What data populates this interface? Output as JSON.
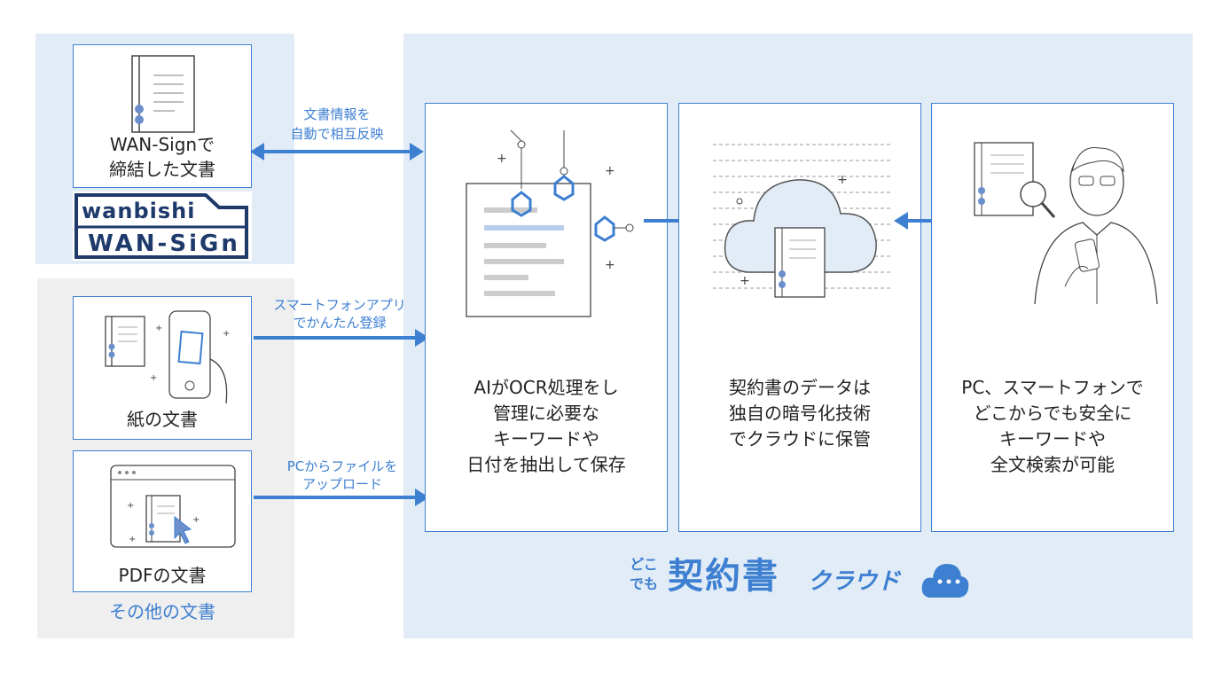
{
  "left_top": {
    "doc_label": "WAN-Signで\n締結した文書",
    "logo_top": "wanbishi",
    "logo_bottom": "WAN-SiGn"
  },
  "left_bottom": {
    "paper_label": "紙の文書",
    "pdf_label": "PDFの文書",
    "group_label": "その他の文書"
  },
  "arrows": {
    "sync": "文書情報を\n自動で相互反映",
    "smartphone": "スマートフォンアプリ\nでかんたん登録",
    "pc_upload": "PCからファイルを\nアップロード"
  },
  "steps": [
    {
      "text": "AIがOCR処理をし\n管理に必要な\nキーワードや\n日付を抽出して保存"
    },
    {
      "text": "契約書のデータは\n独自の暗号化技術\nでクラウドに保管"
    },
    {
      "text": "PC、スマートフォンで\nどこからでも安全に\nキーワードや\n全文検索が可能"
    }
  ],
  "brand": {
    "small_top": "どこ",
    "small_bottom": "でも",
    "main": "契約書",
    "sub": "クラウド"
  },
  "colors": {
    "accent": "#3d7fd1",
    "light_blue_bg": "#e2ecf7",
    "gray_bg": "#efefef",
    "navy": "#1e3a6b"
  }
}
